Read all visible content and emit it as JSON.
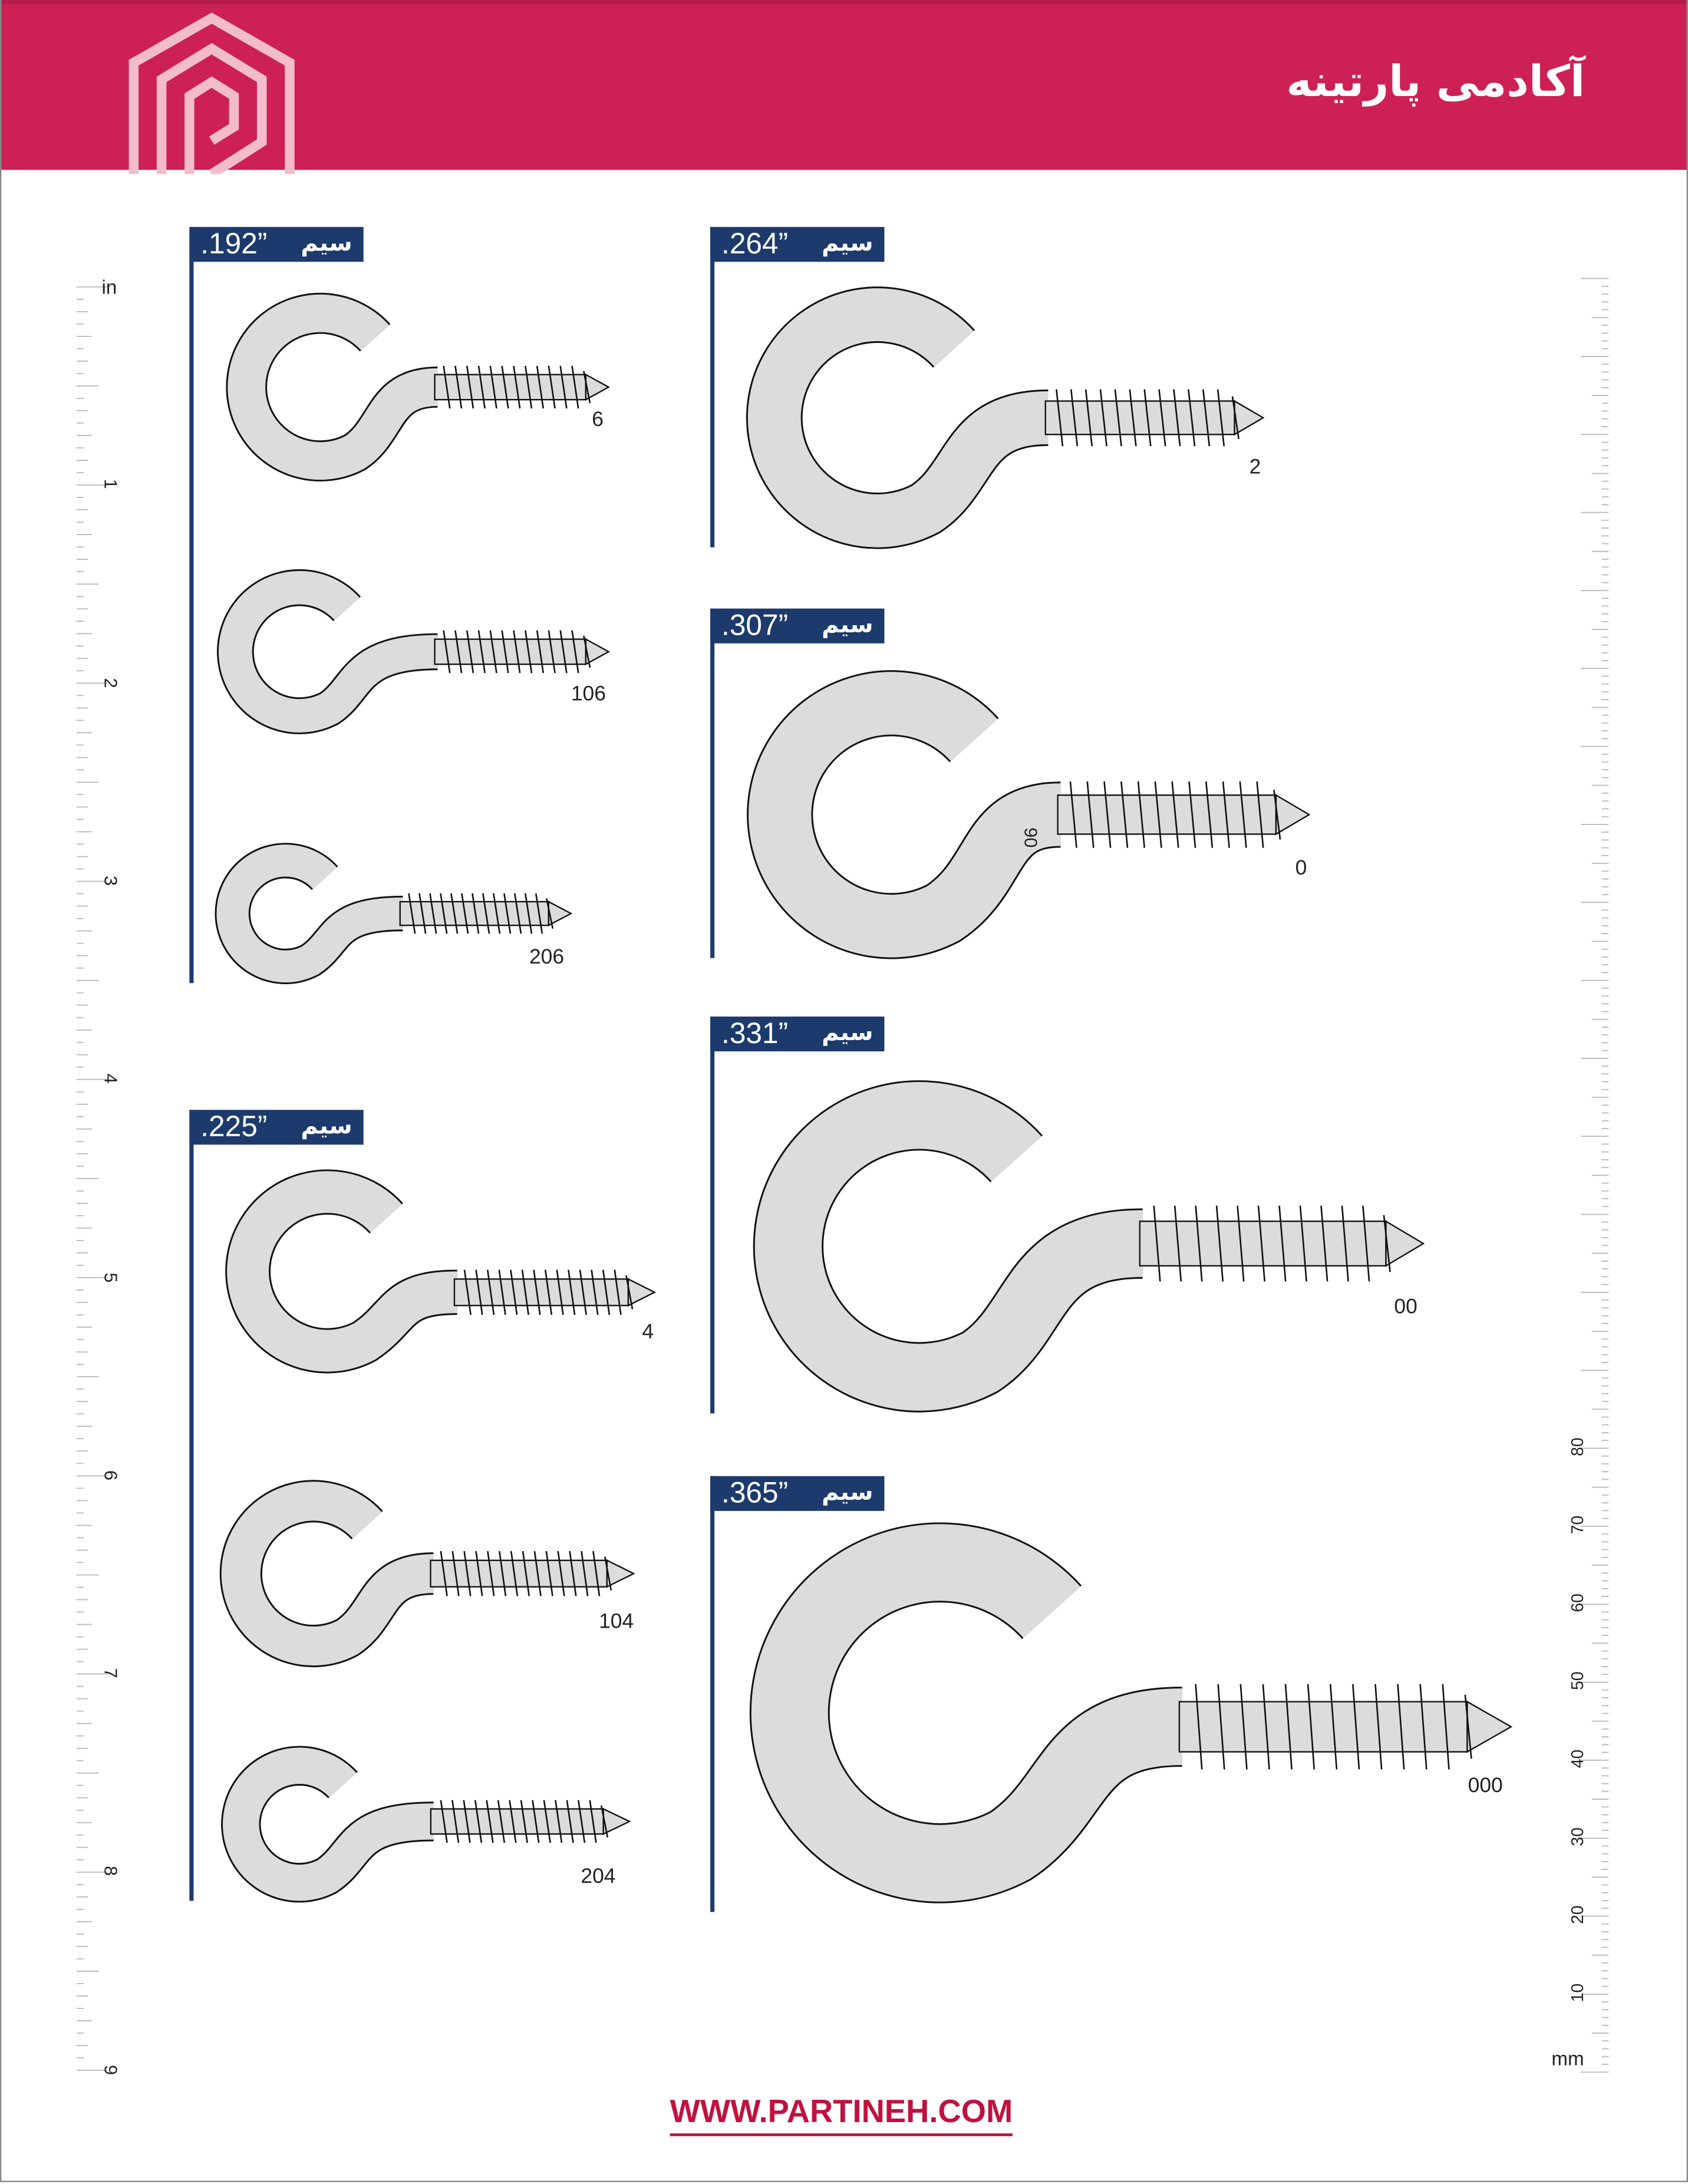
{
  "header": {
    "title": "آکادمی پارتینه",
    "brand_color": "#cd2156",
    "logo": "partineh-logo"
  },
  "left_ruler": {
    "unit": "in",
    "labels": [
      "1",
      "2",
      "3",
      "4",
      "5",
      "6",
      "7",
      "8",
      "9"
    ]
  },
  "right_ruler": {
    "unit": "mm",
    "labels": [
      "10",
      "20",
      "30",
      "40",
      "50",
      "60",
      "70",
      "80"
    ]
  },
  "groups": [
    {
      "wire": "سیم",
      "gauge": ".192”",
      "screws": [
        {
          "size": "6"
        },
        {
          "size": "106"
        },
        {
          "size": "206"
        }
      ]
    },
    {
      "wire": "سیم",
      "gauge": ".225”",
      "screws": [
        {
          "size": "4"
        },
        {
          "size": "104"
        },
        {
          "size": "204"
        }
      ]
    },
    {
      "wire": "سیم",
      "gauge": ".264”",
      "screws": [
        {
          "size": "2"
        }
      ]
    },
    {
      "wire": "سیم",
      "gauge": ".307”",
      "screws": [
        {
          "size": "0",
          "stamp": "90"
        }
      ]
    },
    {
      "wire": "سیم",
      "gauge": ".331”",
      "screws": [
        {
          "size": "00"
        }
      ]
    },
    {
      "wire": "سیم",
      "gauge": ".365”",
      "screws": [
        {
          "size": "000"
        }
      ]
    }
  ],
  "footer": {
    "url": "WWW.PARTINEH.COM"
  },
  "colors": {
    "label_bg": "#1d3a6d",
    "metal": "#dcdcdc",
    "url": "#c0123f"
  }
}
